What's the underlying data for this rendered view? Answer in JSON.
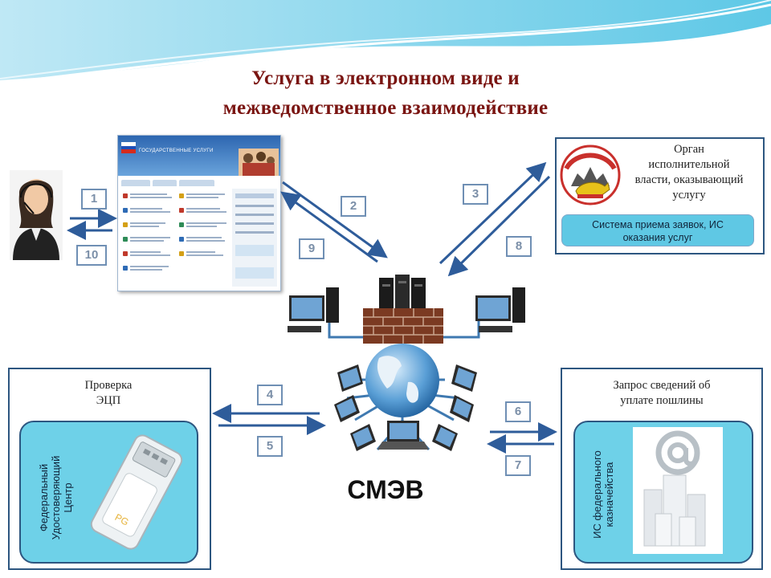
{
  "title": {
    "line1": "Услуга в электронном виде и",
    "line2": "межведомственное взаимодействие"
  },
  "portal_screenshot": {
    "header_text": "ГОСУДАРСТВЕННЫЕ УСЛУГИ"
  },
  "authority_panel": {
    "title_lines": [
      "Орган",
      "исполнительной",
      "власти, оказывающий",
      "услугу"
    ],
    "system_lines": [
      "Система приема заявок, ИС",
      "оказания услуг"
    ]
  },
  "ecp_panel": {
    "title_lines": [
      "Проверка",
      "ЭЦП"
    ],
    "vertical_lines": [
      "Федеральный",
      "Удостоверяющий",
      "Центр"
    ]
  },
  "duty_panel": {
    "title_lines": [
      "Запрос сведений об",
      "уплате пошлины"
    ],
    "vertical_lines": [
      "ИС федерального",
      "казначейства"
    ]
  },
  "hub_label": "СМЭВ",
  "steps": [
    "1",
    "2",
    "3",
    "4",
    "5",
    "6",
    "7",
    "8",
    "9",
    "10"
  ],
  "colors": {
    "title": "#7a1512",
    "arrow": "#2e5c9a",
    "panel_border": "#2d5680",
    "cyan_fill": "#6ed1e8"
  }
}
